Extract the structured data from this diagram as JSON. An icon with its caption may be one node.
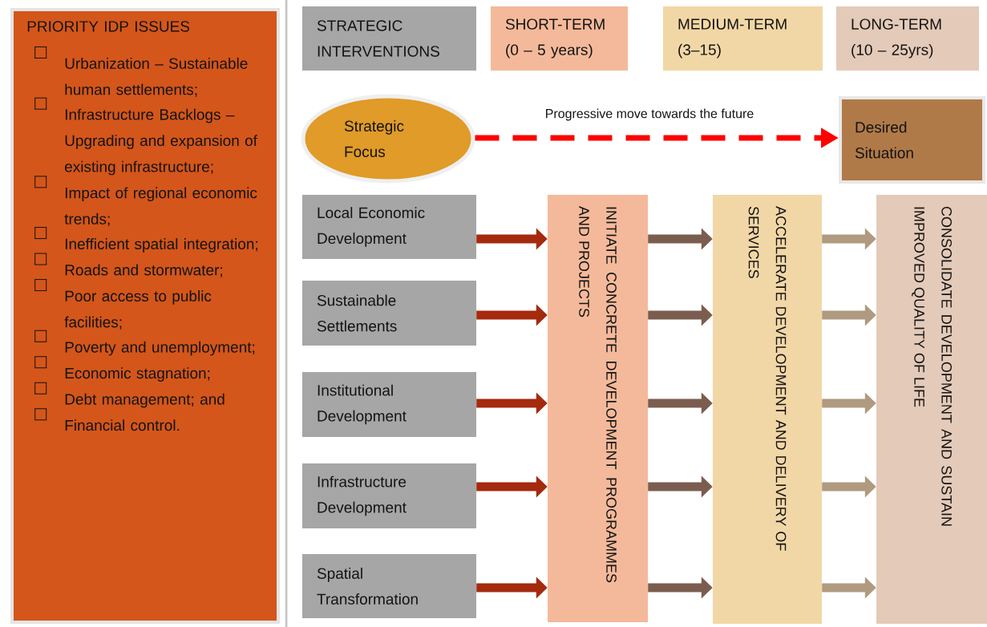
{
  "diagram": {
    "nodes": [
      {
        "text": [
          "PRIORITY IDP ISSUES",
          "Urbanization – Sustainable human settlements;",
          "Infrastructure Backlogs – Upgrading and expansion of existing infrastructure;",
          "Impact of regional economic trends;",
          "Inefficient spatial integration;",
          "Roads and stormwater;",
          "Poor access to public facilities;",
          "Poverty and unemployment;",
          "Economic stagnation;",
          "Debt management; and",
          "Financial control."
        ]
      },
      {
        "text": [
          "STRATEGIC INTERVENTIONS"
        ]
      },
      {
        "text": [
          "SHORT-TERM (0 – 5 years)"
        ]
      },
      {
        "text": [
          "MEDIUM-TERM (3–15)"
        ]
      },
      {
        "text": [
          "LONG-TERM (10 – 25yrs)"
        ]
      },
      {
        "text": [
          "Strategic Focus"
        ]
      },
      {
        "text": [
          "Desired Situation"
        ]
      },
      {
        "text": [
          "Local Economic Development"
        ]
      },
      {
        "text": [
          "Sustainable Settlements"
        ]
      },
      {
        "text": [
          "Institutional Development"
        ]
      },
      {
        "text": [
          "Infrastructure Development"
        ]
      },
      {
        "text": [
          "Spatial Transformation"
        ]
      },
      {
        "text": [
          "INITIATE CONCRETE DEVELOPMENT PROGRAMMES AND PROJECTS"
        ]
      },
      {
        "text": [
          "ACCELERATE DEVELOPMENT AND DELIVERY OF SERVICES"
        ]
      },
      {
        "text": [
          "CONSOLIDATE DEVELOPMENT AND SUSTAIN IMPROVED QUALITY OF LIFE"
        ]
      }
    ],
    "edges": [
      {
        "from": 5,
        "to": 6,
        "arrow": "to",
        "label": "Progressive move towards the future",
        "style": "dashed",
        "color": "#ff0000"
      },
      {
        "from": 7,
        "to": 12,
        "arrow": "to",
        "color": "#a52a0e"
      },
      {
        "from": 8,
        "to": 12,
        "arrow": "to",
        "color": "#a52a0e"
      },
      {
        "from": 9,
        "to": 12,
        "arrow": "to",
        "color": "#a52a0e"
      },
      {
        "from": 10,
        "to": 12,
        "arrow": "to",
        "color": "#a52a0e"
      },
      {
        "from": 11,
        "to": 12,
        "arrow": "to",
        "color": "#a52a0e"
      },
      {
        "from": 12,
        "to": 13,
        "arrow": "to",
        "color": "#7b5d50"
      },
      {
        "from": 12,
        "to": 13,
        "arrow": "to",
        "color": "#7b5d50"
      },
      {
        "from": 12,
        "to": 13,
        "arrow": "to",
        "color": "#7b5d50"
      },
      {
        "from": 12,
        "to": 13,
        "arrow": "to",
        "color": "#7b5d50"
      },
      {
        "from": 12,
        "to": 13,
        "arrow": "to",
        "color": "#7b5d50"
      },
      {
        "from": 13,
        "to": 14,
        "arrow": "to",
        "color": "#b09a80"
      },
      {
        "from": 13,
        "to": 14,
        "arrow": "to",
        "color": "#b09a80"
      },
      {
        "from": 13,
        "to": 14,
        "arrow": "to",
        "color": "#b09a80"
      },
      {
        "from": 13,
        "to": 14,
        "arrow": "to",
        "color": "#b09a80"
      },
      {
        "from": 13,
        "to": 14,
        "arrow": "to",
        "color": "#b09a80"
      }
    ]
  }
}
